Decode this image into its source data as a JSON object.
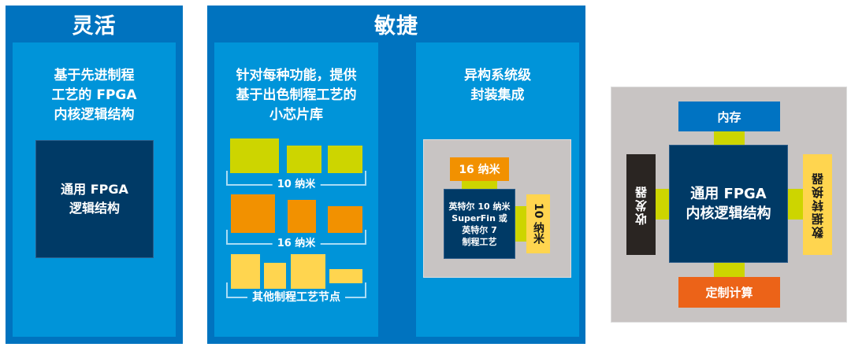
{
  "flexible": {
    "title": "灵活",
    "subtitle": "基于先进制程\n工艺的 FPGA\n内核逻辑结构",
    "core_box": "通用 FPGA\n逻辑结构"
  },
  "agile": {
    "title": "敏捷",
    "chiplet_library": {
      "subtitle": "针对每种功能，提供\n基于出色制程工艺的\n小芯片库",
      "groups": [
        {
          "label": "10 纳米",
          "color": "#cdd500"
        },
        {
          "label": "16 纳米",
          "color": "#f29100"
        },
        {
          "label": "其他制程工艺节点",
          "color": "#ffd54f"
        }
      ]
    },
    "integration": {
      "subtitle": "异构系统级\n封装集成",
      "top_chiplet": "16 纳米",
      "main_die": "英特尔 10 纳米\nSuperFin 或\n英特尔 7\n制程工艺",
      "side_chiplet": "10 纳米"
    }
  },
  "fpga_diagram": {
    "core": "通用 FPGA\n内核逻辑结构",
    "top": "内存",
    "bottom": "定制计算",
    "left": "收发器",
    "right": "数据转换器"
  },
  "colors": {
    "panel_blue": "#0073bf",
    "inner_blue": "#0094d9",
    "navy": "#003a66",
    "lime": "#cdd500",
    "orange": "#f29100",
    "yellow": "#ffd54f",
    "gray": "#c8c4c3",
    "memory_blue": "#0073c2",
    "custom_orange": "#ec6318",
    "transceiver_black": "#2a2522"
  }
}
